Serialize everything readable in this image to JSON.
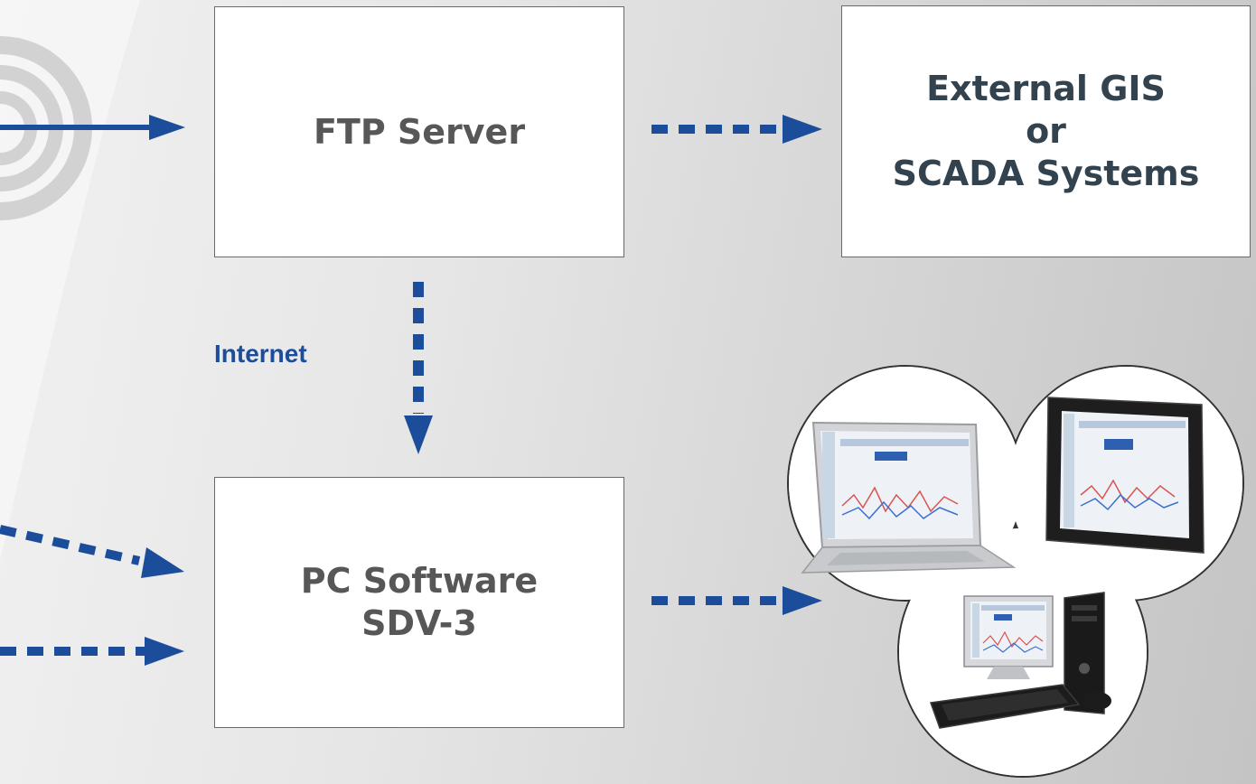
{
  "nodes": {
    "ftp_server": "FTP Server",
    "external_systems": "External GIS\nor\nSCADA Systems",
    "pc_software": "PC Software\nSDV-3"
  },
  "edge_labels": {
    "internet": "Internet"
  },
  "colors": {
    "arrow": "#1c4d9b",
    "box_text": "#575757",
    "external_text": "#32434f",
    "box_border": "#6a6a6a"
  },
  "icons": {
    "signal": "concentric-signal-rings-icon",
    "devices": "laptop-tablet-desktop-devices-icon"
  }
}
